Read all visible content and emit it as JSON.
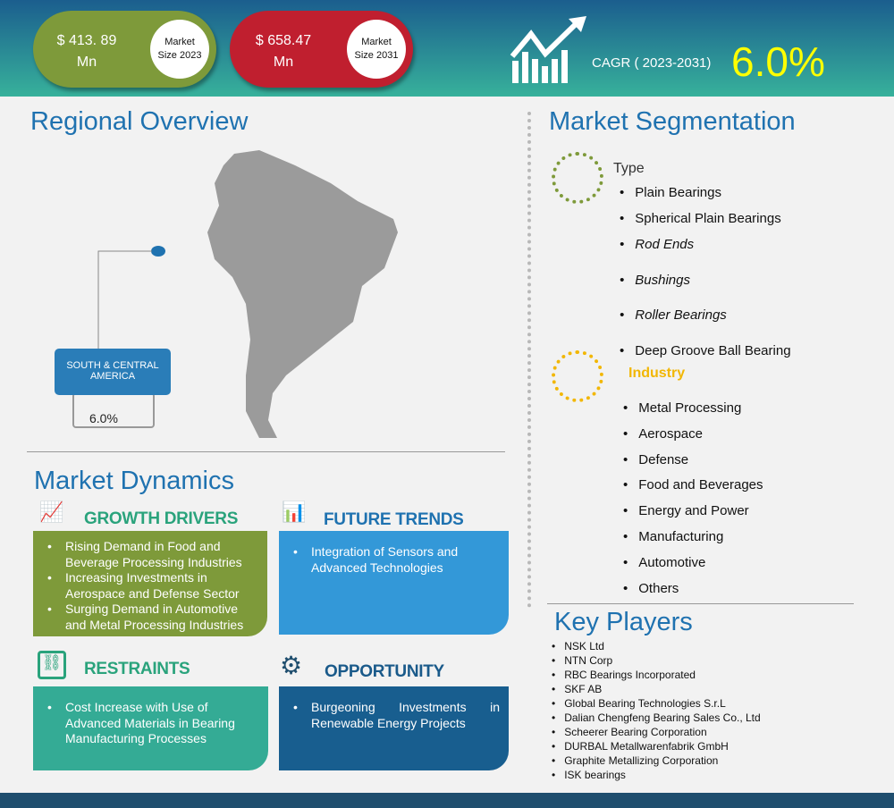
{
  "header": {
    "market_2023": {
      "value": "$ 413. 89",
      "unit": "Mn",
      "label_line1": "Market",
      "label_line2": "Size 2023",
      "color": "#7e9a3a"
    },
    "market_2031": {
      "value": "$ 658.47",
      "unit": "Mn",
      "label_line1": "Market",
      "label_line2": "Size 2031",
      "color": "#c01f2f"
    },
    "cagr_label": "CAGR ( 2023-2031)",
    "cagr_value": "6.0%"
  },
  "regional": {
    "title": "Regional Overview",
    "region": "SOUTH & CENTRAL AMERICA",
    "region_cagr": "6.0%"
  },
  "segmentation": {
    "title": "Market Segmentation",
    "type": {
      "heading": "Type",
      "items": [
        "Plain Bearings",
        "Spherical Plain Bearings",
        "Rod Ends",
        "Bushings",
        "Roller Bearings",
        "Deep Groove Ball Bearing"
      ]
    },
    "industry": {
      "heading": "Industry",
      "items": [
        "Metal Processing",
        "Aerospace",
        "Defense",
        "Food and Beverages",
        "Energy and Power",
        "Manufacturing",
        "Automotive",
        "Others"
      ]
    }
  },
  "dynamics": {
    "title": "Market Dynamics",
    "growth_drivers": {
      "title": "GROWTH DRIVERS",
      "items": [
        "Rising Demand in Food and Beverage Processing Industries",
        "Increasing Investments in Aerospace and Defense Sector",
        "Surging Demand in Automotive and Metal Processing Industries"
      ]
    },
    "future_trends": {
      "title": "FUTURE TRENDS",
      "items": [
        "Integration of Sensors and Advanced Technologies"
      ]
    },
    "restraints": {
      "title": "RESTRAINTS",
      "items": [
        "Cost Increase with Use of Advanced Materials in Bearing Manufacturing Processes"
      ]
    },
    "opportunity": {
      "title": "OPPORTUNITY",
      "items": [
        "Burgeoning Investments in Renewable Energy Projects"
      ]
    }
  },
  "key_players": {
    "title": "Key Players",
    "items": [
      "NSK Ltd",
      "NTN Corp",
      "RBC Bearings Incorporated",
      "SKF AB",
      "Global Bearing Technologies S.r.L",
      "Dalian Chengfeng Bearing Sales Co., Ltd",
      "Scheerer Bearing Corporation",
      "DURBAL Metallwarenfabrik GmbH",
      "Graphite Metallizing Corporation",
      "ISK bearings"
    ]
  }
}
